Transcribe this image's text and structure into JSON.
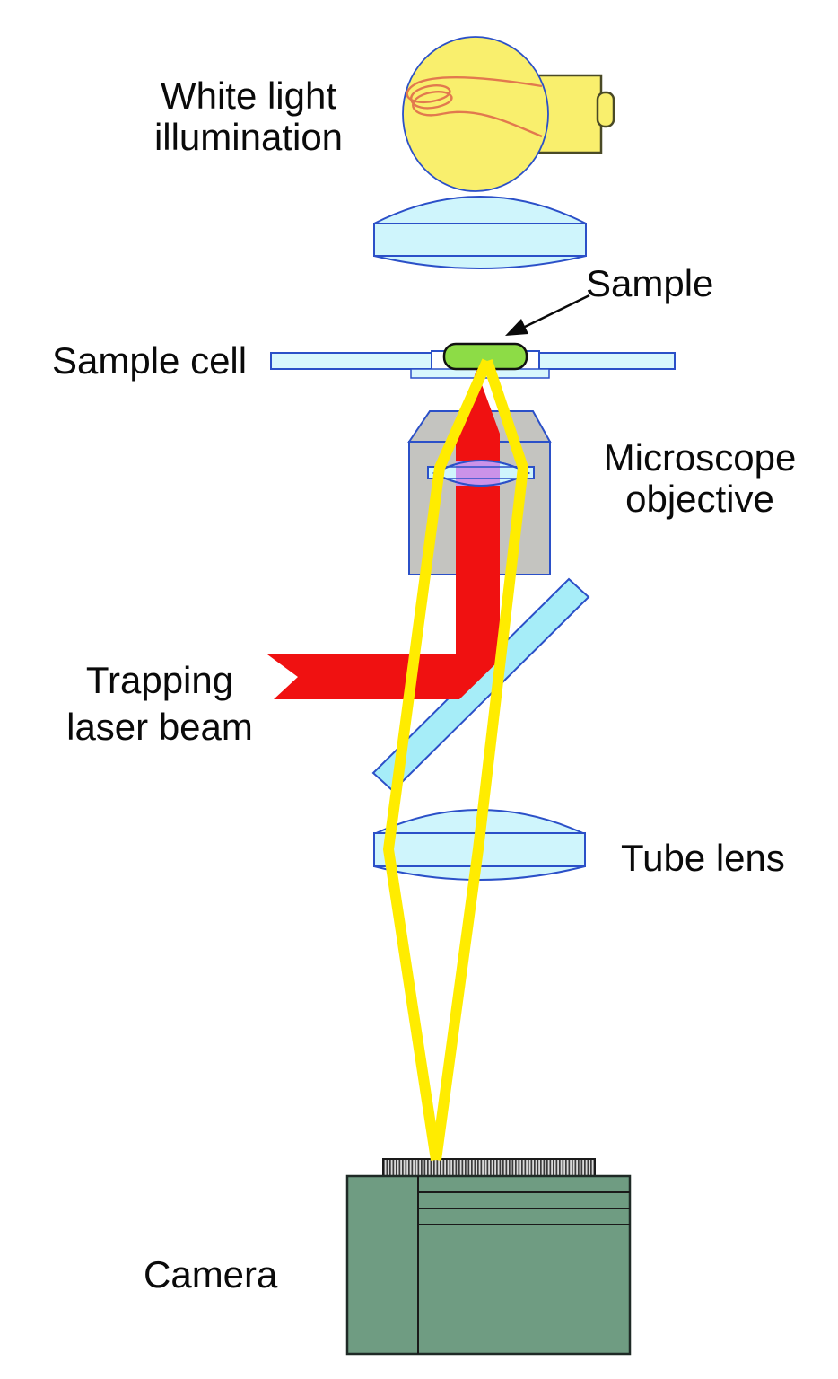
{
  "title": "Optical tweezers microscope setup diagram",
  "labels": {
    "white_light_line1": "White light",
    "white_light_line2": "illumination",
    "sample": "Sample",
    "sample_cell": "Sample cell",
    "microscope_line1": "Microscope",
    "microscope_line2": "objective",
    "trapping_line1": "Trapping",
    "trapping_line2": "laser beam",
    "tube_lens": "Tube lens",
    "camera": "Camera"
  },
  "colors": {
    "bulb_yellow": "#f9ef6d",
    "filament_orange": "#e2794e",
    "lens_cyan": "#cff5fc",
    "cell_cyan": "#d8f7fd",
    "mirror_cyan": "#a6edf8",
    "outline_blue": "#2b50c8",
    "beam_red": "#f01111",
    "ray_yellow": "#ffec00",
    "lens_beam_overlap_purple": "#cb92e9",
    "objective_gray": "#c4c4c0",
    "sample_green": "#8ddc46",
    "camera_green": "#6f9c82",
    "chamber_white": "#ffffff",
    "label_black": "#0a0a0a"
  }
}
